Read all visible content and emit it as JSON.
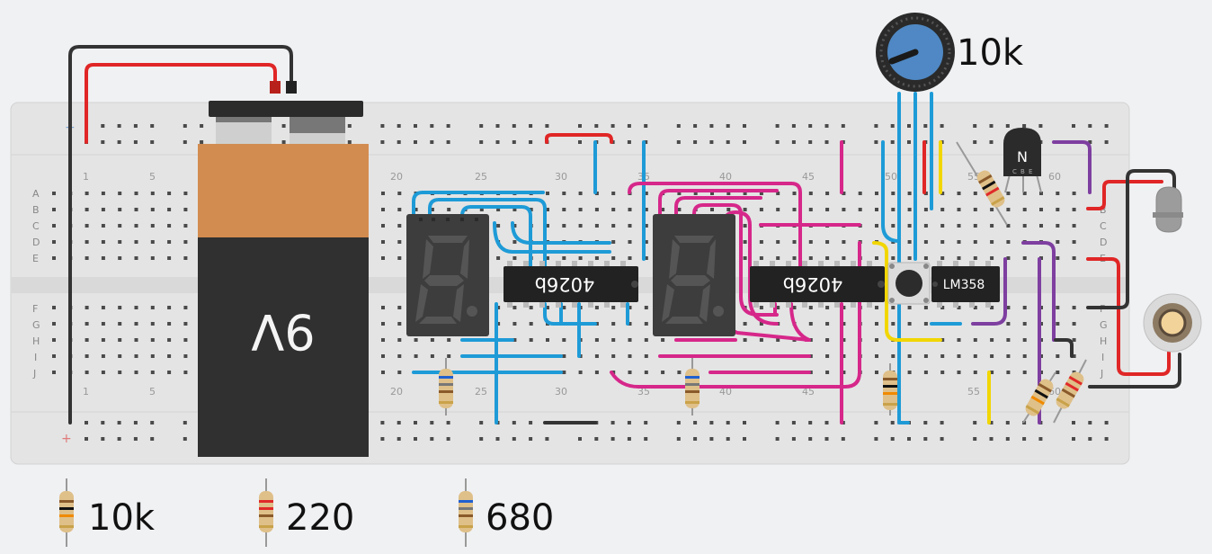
{
  "battery": {
    "label": "9V"
  },
  "potentiometer": {
    "label": "10k"
  },
  "transistor": {
    "label": "N",
    "pins": [
      "C",
      "B",
      "E"
    ]
  },
  "chips": [
    {
      "label": "4026b"
    },
    {
      "label": "4026b"
    },
    {
      "label": "LM358"
    }
  ],
  "breadboard": {
    "column_numbers_top": [
      "1",
      "5",
      "20",
      "25",
      "30",
      "35",
      "40",
      "45",
      "50",
      "55",
      "60"
    ],
    "column_numbers_bottom": [
      "1",
      "5",
      "20",
      "25",
      "30",
      "35",
      "40",
      "45",
      "55",
      "60"
    ],
    "row_letters_left": [
      "A",
      "B",
      "C",
      "D",
      "E",
      "F",
      "G",
      "H",
      "I",
      "J"
    ],
    "row_letters_right": [
      "B",
      "C",
      "D",
      "E",
      "F",
      "G",
      "H",
      "I",
      "J"
    ],
    "rail_signs": {
      "minus": "−",
      "plus": "+"
    }
  },
  "legend": [
    {
      "value": "10k",
      "colors": [
        "#8a5a2b",
        "#111111",
        "#f08a00"
      ]
    },
    {
      "value": "220",
      "colors": [
        "#e02a2a",
        "#e02a2a",
        "#8a5a2b"
      ]
    },
    {
      "value": "680",
      "colors": [
        "#2060d0",
        "#777777",
        "#8a5a2b"
      ]
    }
  ],
  "colors": {
    "wire_blue": "#1e9bd7",
    "wire_magenta": "#d6278a",
    "wire_red": "#e02626",
    "wire_black": "#333333",
    "wire_purple": "#7e3fa0",
    "wire_yellow": "#f2d600"
  }
}
